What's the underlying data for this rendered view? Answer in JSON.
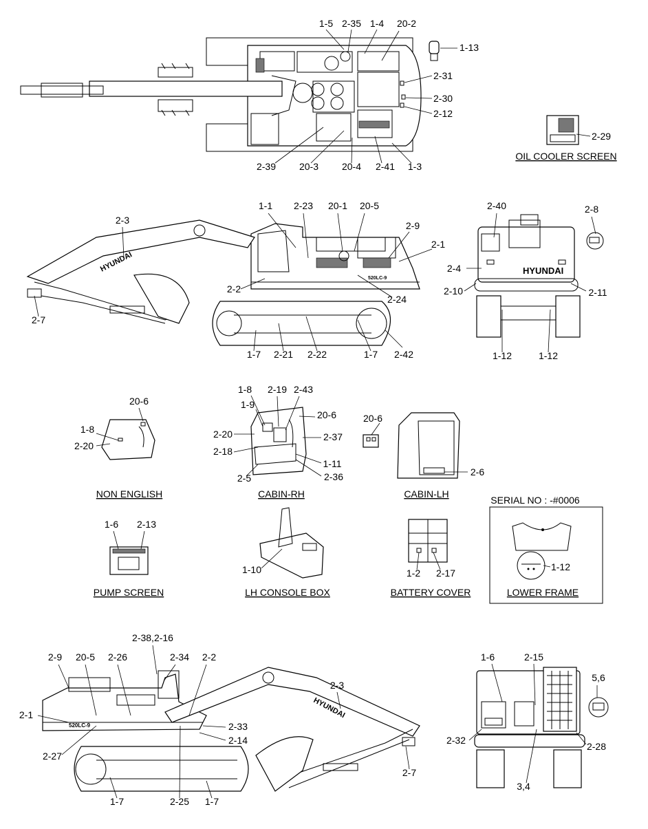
{
  "colors": {
    "line": "#000000",
    "background": "#ffffff",
    "hatch": "#777777"
  },
  "captions": {
    "oil_cooler": "OIL COOLER SCREEN",
    "non_english": "NON ENGLISH",
    "cabin_rh": "CABIN-RH",
    "cabin_lh": "CABIN-LH",
    "pump_screen": "PUMP SCREEN",
    "lh_console": "LH CONSOLE BOX",
    "battery_cover": "BATTERY COVER",
    "lower_frame": "LOWER FRAME",
    "serial_no": "SERIAL NO : -#0006"
  },
  "brand": "HYUNDAI",
  "model": "520LC-9",
  "callouts": [
    {
      "id": "c1",
      "text": "1-5"
    },
    {
      "id": "c2",
      "text": "2-35"
    },
    {
      "id": "c3",
      "text": "1-4"
    },
    {
      "id": "c4",
      "text": "20-2"
    },
    {
      "id": "c5",
      "text": "1-13"
    },
    {
      "id": "c6",
      "text": "2-31"
    },
    {
      "id": "c7",
      "text": "2-30"
    },
    {
      "id": "c8",
      "text": "2-12"
    },
    {
      "id": "c9",
      "text": "2-29"
    },
    {
      "id": "c10",
      "text": "2-39"
    },
    {
      "id": "c11",
      "text": "20-3"
    },
    {
      "id": "c12",
      "text": "20-4"
    },
    {
      "id": "c13",
      "text": "2-41"
    },
    {
      "id": "c14",
      "text": "1-3"
    },
    {
      "id": "c15",
      "text": "1-1"
    },
    {
      "id": "c16",
      "text": "2-23"
    },
    {
      "id": "c17",
      "text": "20-1"
    },
    {
      "id": "c18",
      "text": "20-5"
    },
    {
      "id": "c19",
      "text": "2-3"
    },
    {
      "id": "c20",
      "text": "2-9"
    },
    {
      "id": "c21",
      "text": "2-1"
    },
    {
      "id": "c22",
      "text": "2-2"
    },
    {
      "id": "c23",
      "text": "2-24"
    },
    {
      "id": "c24",
      "text": "2-7"
    },
    {
      "id": "c25",
      "text": "1-7"
    },
    {
      "id": "c26",
      "text": "2-21"
    },
    {
      "id": "c27",
      "text": "2-22"
    },
    {
      "id": "c28",
      "text": "1-7"
    },
    {
      "id": "c29",
      "text": "2-42"
    },
    {
      "id": "c30",
      "text": "2-40"
    },
    {
      "id": "c31",
      "text": "2-8"
    },
    {
      "id": "c32",
      "text": "2-4"
    },
    {
      "id": "c33",
      "text": "2-10"
    },
    {
      "id": "c34",
      "text": "2-11"
    },
    {
      "id": "c35",
      "text": "1-12"
    },
    {
      "id": "c36",
      "text": "1-12"
    },
    {
      "id": "c37",
      "text": "20-6"
    },
    {
      "id": "c38",
      "text": "1-8"
    },
    {
      "id": "c39",
      "text": "2-20"
    },
    {
      "id": "c40",
      "text": "1-8"
    },
    {
      "id": "c41",
      "text": "2-19"
    },
    {
      "id": "c42",
      "text": "2-43"
    },
    {
      "id": "c43",
      "text": "1-9"
    },
    {
      "id": "c44",
      "text": "20-6"
    },
    {
      "id": "c45",
      "text": "2-20"
    },
    {
      "id": "c46",
      "text": "2-37"
    },
    {
      "id": "c47",
      "text": "2-18"
    },
    {
      "id": "c48",
      "text": "1-11"
    },
    {
      "id": "c49",
      "text": "2-5"
    },
    {
      "id": "c50",
      "text": "2-36"
    },
    {
      "id": "c51",
      "text": "20-6"
    },
    {
      "id": "c52",
      "text": "2-6"
    },
    {
      "id": "c53",
      "text": "1-6"
    },
    {
      "id": "c54",
      "text": "2-13"
    },
    {
      "id": "c55",
      "text": "1-10"
    },
    {
      "id": "c56",
      "text": "1-2"
    },
    {
      "id": "c57",
      "text": "2-17"
    },
    {
      "id": "c58",
      "text": "1-12"
    },
    {
      "id": "c59",
      "text": "2-38,2-16"
    },
    {
      "id": "c60",
      "text": "2-9"
    },
    {
      "id": "c61",
      "text": "20-5"
    },
    {
      "id": "c62",
      "text": "2-26"
    },
    {
      "id": "c63",
      "text": "2-34"
    },
    {
      "id": "c64",
      "text": "2-2"
    },
    {
      "id": "c65",
      "text": "2-3"
    },
    {
      "id": "c66",
      "text": "2-1"
    },
    {
      "id": "c67",
      "text": "2-33"
    },
    {
      "id": "c68",
      "text": "2-14"
    },
    {
      "id": "c69",
      "text": "2-27"
    },
    {
      "id": "c70",
      "text": "2-7"
    },
    {
      "id": "c71",
      "text": "1-7"
    },
    {
      "id": "c72",
      "text": "2-25"
    },
    {
      "id": "c73",
      "text": "1-7"
    },
    {
      "id": "c74",
      "text": "1-6"
    },
    {
      "id": "c75",
      "text": "2-15"
    },
    {
      "id": "c76",
      "text": "5,6"
    },
    {
      "id": "c77",
      "text": "2-32"
    },
    {
      "id": "c78",
      "text": "2-28"
    },
    {
      "id": "c79",
      "text": "3,4"
    }
  ]
}
